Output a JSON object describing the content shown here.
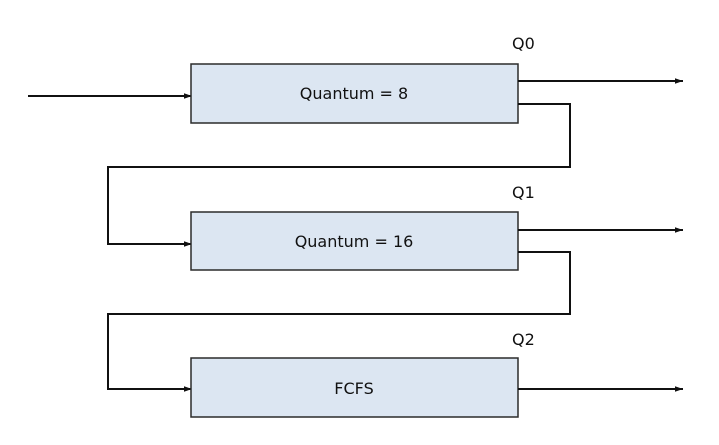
{
  "queues": [
    {
      "tag": "Q0",
      "label": "Quantum = 8"
    },
    {
      "tag": "Q1",
      "label": "Quantum = 16"
    },
    {
      "tag": "Q2",
      "label": "FCFS"
    }
  ],
  "colors": {
    "box_fill": "#dce6f2",
    "box_border": "#2b2b2b",
    "line": "#111111"
  }
}
